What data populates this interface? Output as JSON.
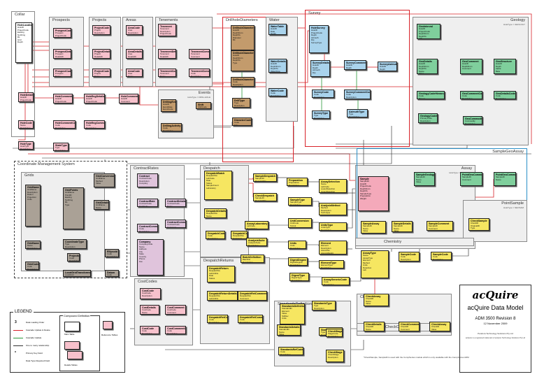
{
  "groups": [
    {
      "id": "collar",
      "title": "Collar",
      "cls": "clear"
    },
    {
      "id": "prospects",
      "title": "Prospects"
    },
    {
      "id": "projects",
      "title": "Projects"
    },
    {
      "id": "areas",
      "title": "Areas"
    },
    {
      "id": "tenements",
      "title": "Tenements"
    },
    {
      "id": "drillhole",
      "title": "DrillholeDiameters",
      "cls": "red"
    },
    {
      "id": "water",
      "title": "Water"
    },
    {
      "id": "survey",
      "title": "Survey",
      "cls": "red"
    },
    {
      "id": "geology",
      "title": "Geology",
      "sub": "HoleType = GEOLOGY"
    },
    {
      "id": "events",
      "title": "Events",
      "sub": "HoleType = DRILLHOLE"
    },
    {
      "id": "coord",
      "title": "Coordinate Management System",
      "cls": "dash"
    },
    {
      "id": "grids",
      "title": "Grids"
    },
    {
      "id": "contractrates",
      "title": "ContractRates"
    },
    {
      "id": "despatch",
      "title": "Despatch"
    },
    {
      "id": "despatchreturns",
      "title": "DespatchReturns"
    },
    {
      "id": "costcodes",
      "title": "CostCodes"
    },
    {
      "id": "standards",
      "title": "StandardsDefinitions"
    },
    {
      "id": "assay",
      "title": "Assay",
      "sub": "HoleType = DRILLHOLE"
    },
    {
      "id": "samplegeoassay",
      "title": "SampleGeoAssay",
      "cls": "blue"
    },
    {
      "id": "pointsample",
      "title": "PointSample",
      "sub": "HoleType = NEOSAM"
    },
    {
      "id": "chemistry",
      "title": "Chemistry"
    },
    {
      "id": "checkassays",
      "title": "CheckAssays"
    },
    {
      "id": "checkchemistry",
      "title": "CheckChemistry"
    }
  ],
  "tables": [
    {
      "n": "HoleLocation",
      "c": "white",
      "f": [
        "HoleID",
        "ProjectCode",
        "Easting",
        "Northing",
        "RL",
        "Grid",
        "Depth"
      ]
    },
    {
      "n": "ProspectCode",
      "c": "pink",
      "f": [
        "Prospect",
        "ProjectCode",
        "Description"
      ]
    },
    {
      "n": "ProspectDetails",
      "c": "pink",
      "f": [
        "Prospect",
        "DetailsID",
        "Value"
      ]
    },
    {
      "n": "ProspectCode",
      "c": "pink",
      "f": [
        "Prospect",
        "Name"
      ]
    },
    {
      "n": "ProjectCode",
      "c": "pink",
      "f": [
        "Project",
        "Description",
        "Client"
      ]
    },
    {
      "n": "ProjectDetails",
      "c": "pink",
      "f": [
        "Project",
        "DetailsID",
        "Value"
      ]
    },
    {
      "n": "ProjectCode",
      "c": "pink",
      "f": [
        "Project",
        "Name"
      ]
    },
    {
      "n": "AreaCode",
      "c": "pink",
      "f": [
        "Area",
        "Description",
        "ProjectCode"
      ]
    },
    {
      "n": "AreaDetails",
      "c": "pink",
      "f": [
        "Area",
        "DetailsID",
        "Value"
      ]
    },
    {
      "n": "AreaCode",
      "c": "pink",
      "f": [
        "Area",
        "Name"
      ]
    },
    {
      "n": "Tenement",
      "c": "pink",
      "f": [
        "Tenement",
        "Description",
        "ProjectCode",
        "Holder"
      ]
    },
    {
      "n": "TenementDetails",
      "c": "pink",
      "f": [
        "Tenement",
        "DetailsID",
        "Value"
      ]
    },
    {
      "n": "TenementComment",
      "c": "pink",
      "f": [
        "Tenement",
        "Comment"
      ]
    },
    {
      "n": "TenementCode",
      "c": "pink",
      "f": [
        "Tenement",
        "Name"
      ]
    },
    {
      "n": "TenementCommentCode",
      "c": "pink",
      "f": [
        "Code",
        "Description"
      ]
    },
    {
      "n": "DrillholeDiameter",
      "c": "brown",
      "f": [
        "HoleID",
        "DepthFrom",
        "DepthTo",
        "Diameter",
        "Bit"
      ]
    },
    {
      "n": "DrillholeDiameters",
      "c": "brown",
      "f": [
        "HoleID",
        "DepthFrom",
        "DepthTo",
        "Type"
      ]
    },
    {
      "n": "DrillholeDiameter",
      "c": "brown",
      "f": [
        "Code",
        "Description"
      ]
    },
    {
      "n": "DrillType",
      "c": "brown",
      "f": [
        "Type",
        "Description"
      ]
    },
    {
      "n": "DiameterCode",
      "c": "brown",
      "f": [
        "Code",
        "Size"
      ]
    },
    {
      "n": "WaterTable",
      "c": "blue",
      "f": [
        "HoleID",
        "Date",
        "Depth",
        "Value"
      ]
    },
    {
      "n": "WaterDetails",
      "c": "blue",
      "f": [
        "HoleID",
        "DepthFrom",
        "DepthTo",
        "WaterFlow",
        "Quality"
      ]
    },
    {
      "n": "WaterCode",
      "c": "blue",
      "f": [
        "Code",
        "Description"
      ]
    },
    {
      "n": "HoleSurvey",
      "c": "blue",
      "f": [
        "HoleID",
        "ProjectCode",
        "Depth",
        "Azimuth",
        "Dip",
        "SurveyType"
      ]
    },
    {
      "n": "SurveyDetails",
      "c": "blue",
      "f": [
        "HoleID",
        "Depth",
        "Azimuth",
        "Dip"
      ]
    },
    {
      "n": "SurveyComment",
      "c": "blue",
      "f": [
        "HoleID",
        "Depth",
        "Comment"
      ]
    },
    {
      "n": "SurveyAzimuth",
      "c": "blue",
      "f": [
        "HoleID",
        "Depth",
        "Value"
      ]
    },
    {
      "n": "SurveyCode",
      "c": "blue",
      "f": [
        "Code",
        "Description"
      ]
    },
    {
      "n": "SurveyCommentCode",
      "c": "blue",
      "f": [
        "Code",
        "Description"
      ]
    },
    {
      "n": "SurveyType",
      "c": "blue",
      "f": [
        "Type",
        "Description"
      ]
    },
    {
      "n": "AzimuthType",
      "c": "blue",
      "f": [
        "Type",
        "Description"
      ]
    },
    {
      "n": "GeoInterval",
      "c": "green",
      "f": [
        "HoleID",
        "ProjectCode",
        "DepthFrom",
        "DepthTo",
        "Lith"
      ]
    },
    {
      "n": "GeoDetails",
      "c": "green",
      "f": [
        "HoleID",
        "DepthFrom",
        "DepthTo",
        "Name",
        "Value"
      ]
    },
    {
      "n": "GeoComment",
      "c": "green",
      "f": [
        "HoleID",
        "DepthFrom",
        "Comment"
      ]
    },
    {
      "n": "GeoStructure",
      "c": "green",
      "f": [
        "HoleID",
        "Depth",
        "Alpha",
        "Beta"
      ]
    },
    {
      "n": "GeologyCodeHierarchy",
      "c": "green",
      "f": [
        "Code",
        "Parent"
      ]
    },
    {
      "n": "GeoCommentCode",
      "c": "green",
      "f": [
        "Code",
        "Description"
      ]
    },
    {
      "n": "GeoDetailsCode",
      "c": "green",
      "f": [
        "Code",
        "Description"
      ]
    },
    {
      "n": "GeologyCodePrimary",
      "c": "green",
      "f": [
        "PrimaryCode",
        "Description"
      ]
    },
    {
      "n": "GeoCommodity",
      "c": "green",
      "f": [
        "Commodity",
        "Description"
      ]
    },
    {
      "n": "DrillingEvent",
      "c": "brown",
      "f": [
        "HoleID",
        "EventDate",
        "EventCode",
        "Depth"
      ]
    },
    {
      "n": "Shift",
      "c": "brown",
      "f": [
        "ShiftCode",
        "Description"
      ]
    },
    {
      "n": "DrillingActivity",
      "c": "brown",
      "f": [
        "Code",
        "Description"
      ]
    },
    {
      "n": "HoleDetails",
      "c": "pink",
      "f": [
        "HoleID",
        "ProjectCode",
        "Name",
        "Value"
      ]
    },
    {
      "n": "HoleComment",
      "c": "pink",
      "f": [
        "HoleID",
        "ProjectCode",
        "Comment"
      ]
    },
    {
      "n": "HoleEngDetails",
      "c": "pink",
      "f": [
        "HoleID",
        "ProjectCode",
        "Name"
      ]
    },
    {
      "n": "HoleComment",
      "c": "pink",
      "f": [
        "HoleID",
        "Comment",
        "Date"
      ]
    },
    {
      "n": "HoleCode",
      "c": "pink",
      "f": [
        "Name",
        "Description"
      ]
    },
    {
      "n": "HoleCommentCode",
      "c": "pink",
      "f": [
        "Code",
        "Description"
      ]
    },
    {
      "n": "HoleEngCommentCode",
      "c": "pink",
      "f": [
        "Code",
        "Description"
      ]
    },
    {
      "n": "HoleType",
      "c": "pink",
      "f": [
        "HoleType",
        "Description"
      ]
    },
    {
      "n": "StateType",
      "c": "pink",
      "f": [
        "Type",
        "Description"
      ]
    },
    {
      "n": "GridName",
      "c": "gray",
      "f": [
        "GridName",
        "Description",
        "Datum",
        "Projection",
        "Units"
      ]
    },
    {
      "n": "GridPoints",
      "c": "gray",
      "f": [
        "GridName",
        "PointID",
        "Easting",
        "Northing",
        "RL",
        "Type"
      ]
    },
    {
      "n": "GridConversion",
      "c": "gray",
      "f": [
        "GridName",
        "Method",
        "Value"
      ]
    },
    {
      "n": "GridDetails",
      "c": "gray",
      "f": [
        "GridName",
        "Name",
        "Value"
      ]
    },
    {
      "n": "GridName",
      "c": "gray",
      "f": [
        "Name",
        "Description"
      ]
    },
    {
      "n": "GridCode",
      "c": "gray",
      "f": [
        "Code",
        "Description"
      ]
    },
    {
      "n": "CoordinateType",
      "c": "gray",
      "f": [
        "Type",
        "Description"
      ]
    },
    {
      "n": "Projection",
      "c": "gray",
      "f": [
        "Code",
        "Description"
      ]
    },
    {
      "n": "Ellipsoid",
      "c": "gray",
      "f": [
        "Code",
        "Description"
      ]
    },
    {
      "n": "LocalGridTransforms",
      "c": "gray",
      "f": [
        "LocalGrid",
        "RegionalGrid",
        "Parameters"
      ]
    },
    {
      "n": "Datum",
      "c": "gray",
      "f": [
        "Code",
        "Description"
      ]
    },
    {
      "n": "Contract",
      "c": "lilac",
      "f": [
        "ContractCode",
        "Description",
        "Company"
      ]
    },
    {
      "n": "ContractRate",
      "c": "lilac",
      "f": [
        "ContractCode",
        "CostCode",
        "Rate"
      ]
    },
    {
      "n": "ContractDetails",
      "c": "lilac",
      "f": [
        "ContractCode",
        "Name"
      ]
    },
    {
      "n": "ContractComment",
      "c": "lilac",
      "f": [
        "ContractCode",
        "Comment"
      ]
    },
    {
      "n": "ContractCommentCode",
      "c": "lilac",
      "f": [
        "Code",
        "Description"
      ]
    },
    {
      "n": "Company",
      "c": "lilac",
      "f": [
        "CompanyCode",
        "Name",
        "Address",
        "City",
        "State",
        "Country",
        "Phone",
        "Fax"
      ]
    },
    {
      "n": "CostCode",
      "c": "pink",
      "f": [
        "CostCode",
        "Description"
      ]
    },
    {
      "n": "CostDetails",
      "c": "pink",
      "f": [
        "CostCode",
        "Name",
        "Value"
      ]
    },
    {
      "n": "CostComment",
      "c": "pink",
      "f": [
        "CostCode",
        "Comment"
      ]
    },
    {
      "n": "CostCode",
      "c": "pink",
      "f": [
        "Code",
        "Description"
      ]
    },
    {
      "n": "CostCommentCode",
      "c": "pink",
      "f": [
        "Code",
        "Description"
      ]
    },
    {
      "n": "DespatchBatch",
      "c": "yellow",
      "f": [
        "DespatchNo",
        "LabCode",
        "Date",
        "Status",
        "SampleCount",
        "Laboratory"
      ]
    },
    {
      "n": "DespatchDetails",
      "c": "yellow",
      "f": [
        "DespatchNo",
        "Name",
        "Value"
      ]
    },
    {
      "n": "DespatchCode",
      "c": "yellow",
      "f": [
        "Code",
        "Description"
      ]
    },
    {
      "n": "DespatchComment",
      "c": "yellow",
      "f": [
        "DespatchNo",
        "Comment"
      ]
    },
    {
      "n": "DespatchReturn",
      "c": "yellow",
      "f": [
        "DespatchNo",
        "LabJobNo",
        "Date",
        "Status"
      ]
    },
    {
      "n": "DespatchReturnDetails",
      "c": "yellow",
      "f": [
        "DespatchNo",
        "LabJobNo",
        "Name"
      ]
    },
    {
      "n": "DespatchRetComment",
      "c": "yellow",
      "f": [
        "DespatchNo",
        "Comment"
      ]
    },
    {
      "n": "DespatchRetCode",
      "c": "yellow",
      "f": [
        "Code",
        "Description"
      ]
    },
    {
      "n": "DespatchRetCommentCode",
      "c": "yellow",
      "f": [
        "Code",
        "Description"
      ]
    },
    {
      "n": "SampleDespatch",
      "c": "yellow",
      "f": [
        "SampleID",
        "DespatchNo",
        "Status"
      ]
    },
    {
      "n": "CheckDespatch",
      "c": "yellow",
      "f": [
        "SampleID",
        "DespatchNo",
        "Status"
      ]
    },
    {
      "n": "Preparation",
      "c": "yellow",
      "f": [
        "Preparation",
        "Description"
      ]
    },
    {
      "n": "AssayDetection",
      "c": "yellow",
      "f": [
        "Name",
        "LabCode",
        "LowerDetection",
        "UpperDetection"
      ]
    },
    {
      "n": "SampleType",
      "c": "yellow",
      "f": [
        "SampleType",
        "Description"
      ]
    },
    {
      "n": "AssayLaboratory",
      "c": "yellow",
      "f": [
        "LabCode",
        "Description"
      ]
    },
    {
      "n": "AnalysisSuite",
      "c": "yellow",
      "f": [
        "AnalysisSuite",
        "Description"
      ]
    },
    {
      "n": "UnitConversion",
      "c": "yellow",
      "f": [
        "UnitCode",
        "ToUnit",
        "Factor"
      ]
    },
    {
      "n": "AnalysisMethod",
      "c": "yellow",
      "f": [
        "Method",
        "Description",
        "Technique"
      ]
    },
    {
      "n": "Units",
      "c": "yellow",
      "f": [
        "Units",
        "Description"
      ]
    },
    {
      "n": "UnitsType",
      "c": "yellow",
      "f": [
        "UnitsType",
        "Description"
      ]
    },
    {
      "n": "DigestDegree",
      "c": "yellow",
      "f": [
        "DigestDegree",
        "Description"
      ]
    },
    {
      "n": "DigestType",
      "c": "yellow",
      "f": [
        "DigestType",
        "Description"
      ]
    },
    {
      "n": "Element",
      "c": "yellow",
      "f": [
        "Element",
        "Description",
        "AtomicNo",
        "AtomicWeight"
      ]
    },
    {
      "n": "ElementType",
      "c": "yellow",
      "f": [
        "ElementType",
        "Description"
      ]
    },
    {
      "n": "BatchDefinition",
      "c": "yellow",
      "f": [
        "BatchNo",
        "Description"
      ]
    },
    {
      "n": "AssayType",
      "c": "yellow",
      "f": [
        "Name",
        "AssayType",
        "Element",
        "Method",
        "Units",
        "Detection",
        "Lab"
      ]
    },
    {
      "n": "AssayGenericCode",
      "c": "yellow",
      "f": [
        "Code",
        "Description"
      ]
    },
    {
      "n": "StandardsDefinitions",
      "c": "yellow",
      "f": [
        "StandardID",
        "Element",
        "Value",
        "StdDev",
        "Units"
      ]
    },
    {
      "n": "StandardsType",
      "c": "yellow",
      "f": [
        "Type",
        "Description"
      ]
    },
    {
      "n": "StandardsDetails",
      "c": "yellow",
      "f": [
        "StandardID",
        "Name",
        "Value"
      ]
    },
    {
      "n": "StandardsType",
      "c": "yellow",
      "f": [
        "Type",
        "Description"
      ]
    },
    {
      "n": "StandardsRefCode",
      "c": "yellow",
      "f": [
        "Code",
        "Description"
      ]
    },
    {
      "n": "CheckStage",
      "c": "yellow",
      "f": [
        "CheckStage",
        "Description"
      ]
    },
    {
      "n": "CheckStage",
      "c": "yellow",
      "f": [
        "StageCode",
        "Description"
      ]
    },
    {
      "n": "Sample",
      "c": "pink2",
      "f": [
        "SampleID",
        "HoleID",
        "ProjectCode",
        "DepthFrom",
        "DepthTo",
        "SampleType",
        "Preparation",
        "Weight"
      ]
    },
    {
      "n": "SampleGeology",
      "c": "green",
      "f": [
        "SampleID",
        "Name",
        "Value"
      ]
    },
    {
      "n": "PointGeoComment",
      "c": "green",
      "f": [
        "SampleID",
        "Comment"
      ]
    },
    {
      "n": "PointGeoComment",
      "c": "green",
      "f": [
        "SampleID",
        "Name"
      ]
    },
    {
      "n": "SampleAssay",
      "c": "yellow",
      "f": [
        "SampleID",
        "Name",
        "Value",
        "Units"
      ]
    },
    {
      "n": "SampleDetails",
      "c": "yellow",
      "f": [
        "SampleID",
        "Name",
        "Value"
      ]
    },
    {
      "n": "SampleComment",
      "c": "yellow",
      "f": [
        "SampleID",
        "Comment"
      ]
    },
    {
      "n": "SampleCode",
      "c": "yellow",
      "f": [
        "Code",
        "Description"
      ]
    },
    {
      "n": "SampleCode",
      "c": "yellow",
      "f": [
        "Code",
        "Description"
      ]
    },
    {
      "n": "CheckSample",
      "c": "yellow",
      "f": [
        "CheckID",
        "OriginalID",
        "Type",
        "Stage"
      ]
    },
    {
      "n": "CheckAssay",
      "c": "yellow",
      "f": [
        "CheckID",
        "Name",
        "Value"
      ]
    },
    {
      "n": "CheckDetails",
      "c": "yellow",
      "f": [
        "CheckID",
        "Name",
        "Value"
      ]
    },
    {
      "n": "CheckComment",
      "c": "yellow",
      "f": [
        "CheckID",
        "Comment"
      ]
    },
    {
      "n": "CheckAssay",
      "c": "yellow",
      "f": [
        "CheckID",
        "Value"
      ]
    }
  ],
  "logo": {
    "mark": "acQuire",
    "title": "acQuire Data Model",
    "version": "ADM 3500 Revision 8",
    "date": "12 November 2009",
    "author": "Pandora Technology Solutions Pty Ltd",
    "trademark": "acQuire is a registered trademark of acQuire Technology Solutions Pty Ltd"
  },
  "legend": {
    "title": "LEGEND",
    "compound_title": "Compound Definition",
    "items": [
      {
        "label": "Data Loading Order",
        "glyph": "3"
      },
      {
        "label": "Cascade Update & Delete",
        "color": "#d8232a"
      },
      {
        "label": "Cascade Update",
        "color": "#2a9a3a"
      },
      {
        "label": "One to many relationship",
        "color": "#333333"
      },
      {
        "label": "Primary Key Field",
        "glyph": "*"
      },
      {
        "label": "Data Type Required Field",
        "glyph": ""
      }
    ],
    "main_table": "Main Table",
    "details_tables": "Details Tables",
    "reference_tables": "Reference Tables"
  },
  "note": "*CheckSample, SampleID is used with the CompSeries module which is only available with the CompSeries ADM",
  "colors": {
    "red_link": "#d8232a",
    "green_link": "#2a9a3a",
    "black_link": "#222222",
    "pink": "#f7c1cc",
    "blue": "#a9d3ec",
    "green": "#7fcf9c",
    "brown": "#c39b6c",
    "yellow": "#f6e661",
    "gray": "#aaa196",
    "lilac": "#e0c4dc"
  }
}
